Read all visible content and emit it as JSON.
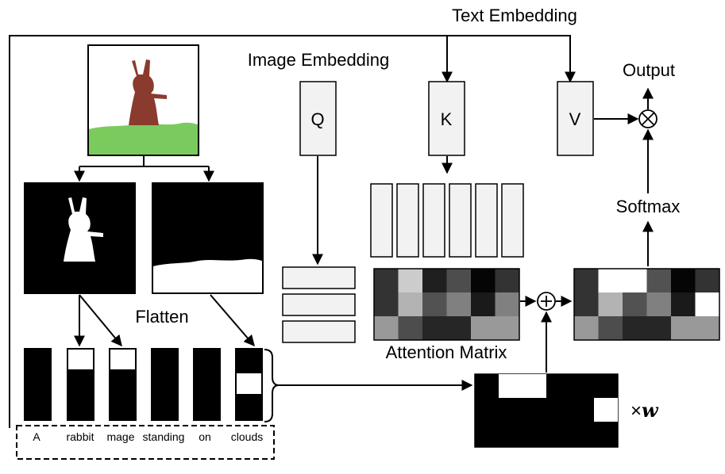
{
  "labels": {
    "text_embedding": "Text Embedding",
    "image_embedding": "Image Embedding",
    "output": "Output",
    "softmax": "Softmax",
    "flatten": "Flatten",
    "attention_matrix": "Attention Matrix",
    "q": "Q",
    "k": "K",
    "v": "V",
    "weight_prefix": "×",
    "weight_var": "w"
  },
  "tokens": [
    {
      "text": "A",
      "color": "#000000"
    },
    {
      "text": "rabbit",
      "color": "#8B3A2E"
    },
    {
      "text": "mage",
      "color": "#8B3A2E"
    },
    {
      "text": "standing",
      "color": "#000000"
    },
    {
      "text": "on",
      "color": "#000000"
    },
    {
      "text": "clouds",
      "color": "#7ACB5E"
    }
  ],
  "colors": {
    "rabbit": "#8B3A2E",
    "grass": "#7ACB5E",
    "box_fill": "#f2f2f2",
    "stroke": "#000000"
  },
  "attention_matrix_gray": [
    [
      0.2,
      0.8,
      0.12,
      0.3,
      0.02,
      0.2
    ],
    [
      0.2,
      0.7,
      0.32,
      0.5,
      0.1,
      0.5
    ],
    [
      0.6,
      0.3,
      0.15,
      0.15,
      0.6,
      0.6
    ]
  ],
  "output_matrix_gray": [
    [
      0.2,
      1.0,
      1.0,
      0.32,
      0.02,
      0.2
    ],
    [
      0.2,
      0.7,
      0.32,
      0.5,
      0.1,
      1.0
    ],
    [
      0.6,
      0.3,
      0.15,
      0.15,
      0.6,
      0.6
    ]
  ]
}
